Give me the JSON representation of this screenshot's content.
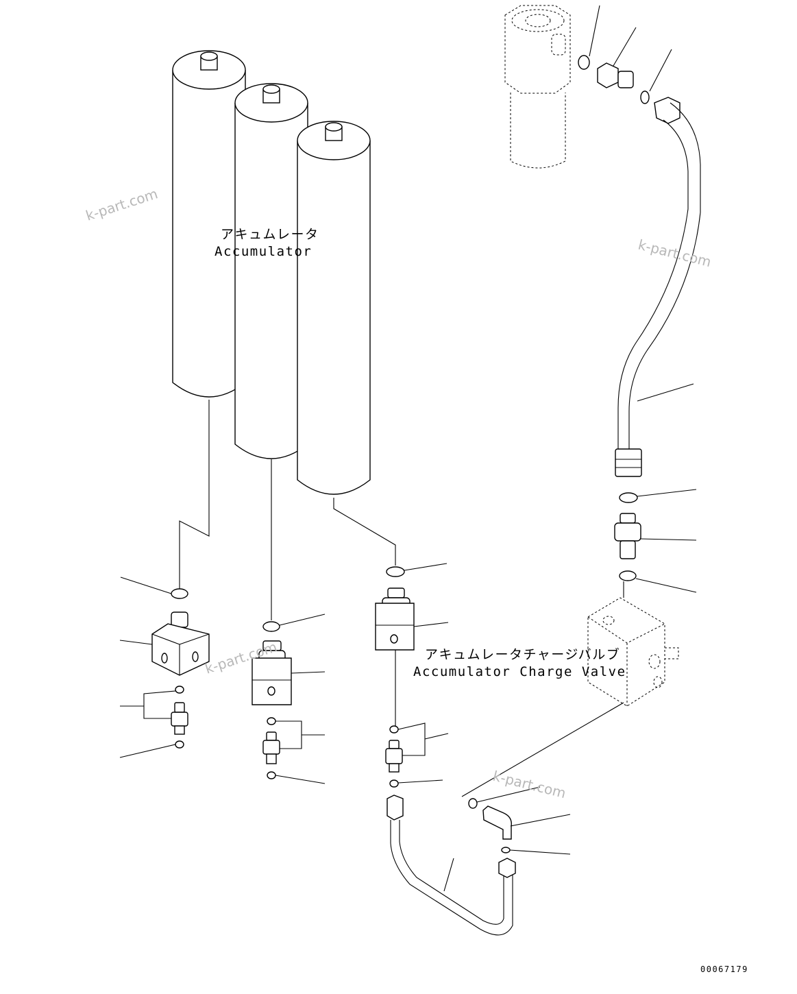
{
  "labels": {
    "accumulator_jp": "アキュムレータ",
    "accumulator_en": "Accumulator",
    "charge_valve_jp": "アキュムレータチャージバルブ",
    "charge_valve_en": "Accumulator Charge Valve"
  },
  "watermark": "k-part.com",
  "drawing_number": "00067179"
}
